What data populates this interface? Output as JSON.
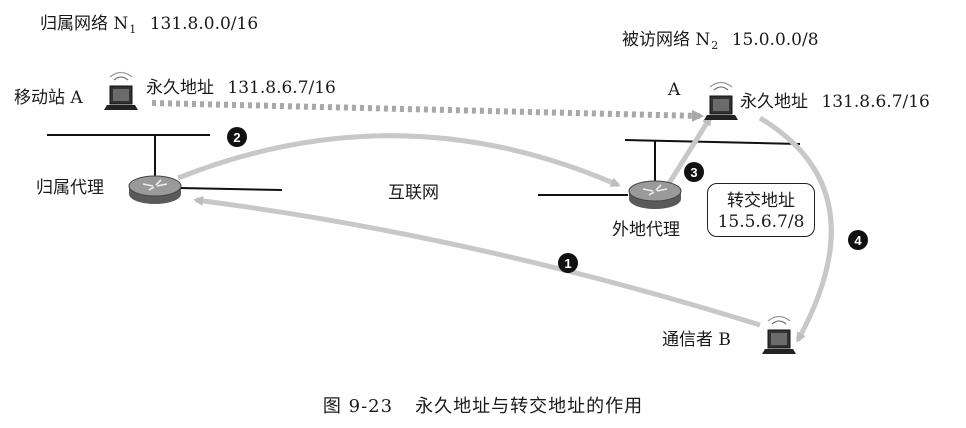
{
  "home_network": {
    "name": "归属网络 N",
    "sub": "1",
    "prefix": "131.8.0.0/16"
  },
  "visited_network": {
    "name": "被访网络 N",
    "sub": "2",
    "prefix": "15.0.0.0/8"
  },
  "mobile_station_left": {
    "label": "移动站 A",
    "addr_label": "永久地址",
    "addr": "131.8.6.7/16"
  },
  "mobile_station_right": {
    "label": "A",
    "addr_label": "永久地址",
    "addr": "131.8.6.7/16"
  },
  "home_agent": {
    "label": "归属代理"
  },
  "internet": {
    "label": "互联网"
  },
  "foreign_agent": {
    "label": "外地代理"
  },
  "care_of": {
    "label": "转交地址",
    "addr": "15.5.6.7/8"
  },
  "correspondent": {
    "label": "通信者 B"
  },
  "steps": [
    "1",
    "2",
    "3",
    "4"
  ],
  "caption": {
    "num": "图 9-23",
    "title": "永久地址与转交地址的作用"
  },
  "colors": {
    "arrow": "#c8c8c8",
    "dotted": "#a8a8a8",
    "line": "#111111",
    "badge": "#111111"
  }
}
